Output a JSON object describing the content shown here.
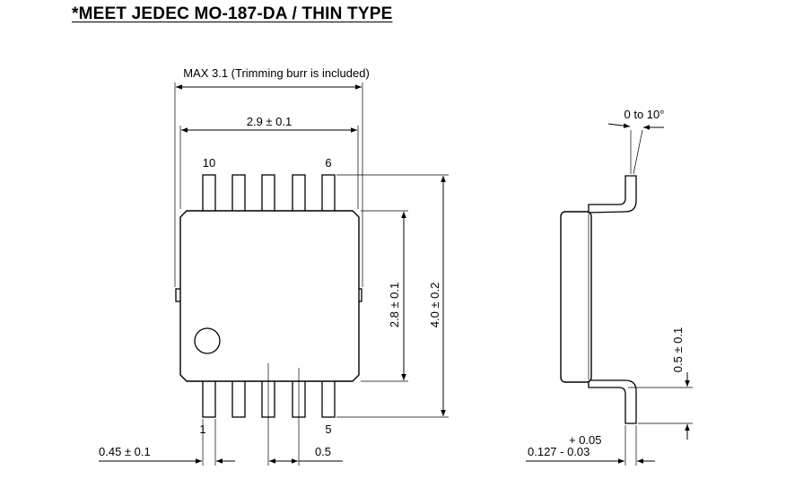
{
  "title": "*MEET JEDEC MO-187-DA / THIN TYPE",
  "colors": {
    "line": "#000000",
    "background": "#ffffff"
  },
  "labels": {
    "max_width": "MAX 3.1 (Trimming burr is included)",
    "body_width": "2.9 ± 0.1",
    "body_length": "2.8 ± 0.1",
    "total_length": "4.0 ± 0.2",
    "lead_width": "0.45 ± 0.1",
    "lead_pitch": "0.5",
    "pin_10": "10",
    "pin_6": "6",
    "pin_1": "1",
    "pin_5": "5",
    "lead_angle": "0 to 10°",
    "standoff": "0.5 ± 0.1",
    "lead_thickness_plus": "+ 0.05",
    "lead_thickness_base": "0.127 - 0.03"
  }
}
